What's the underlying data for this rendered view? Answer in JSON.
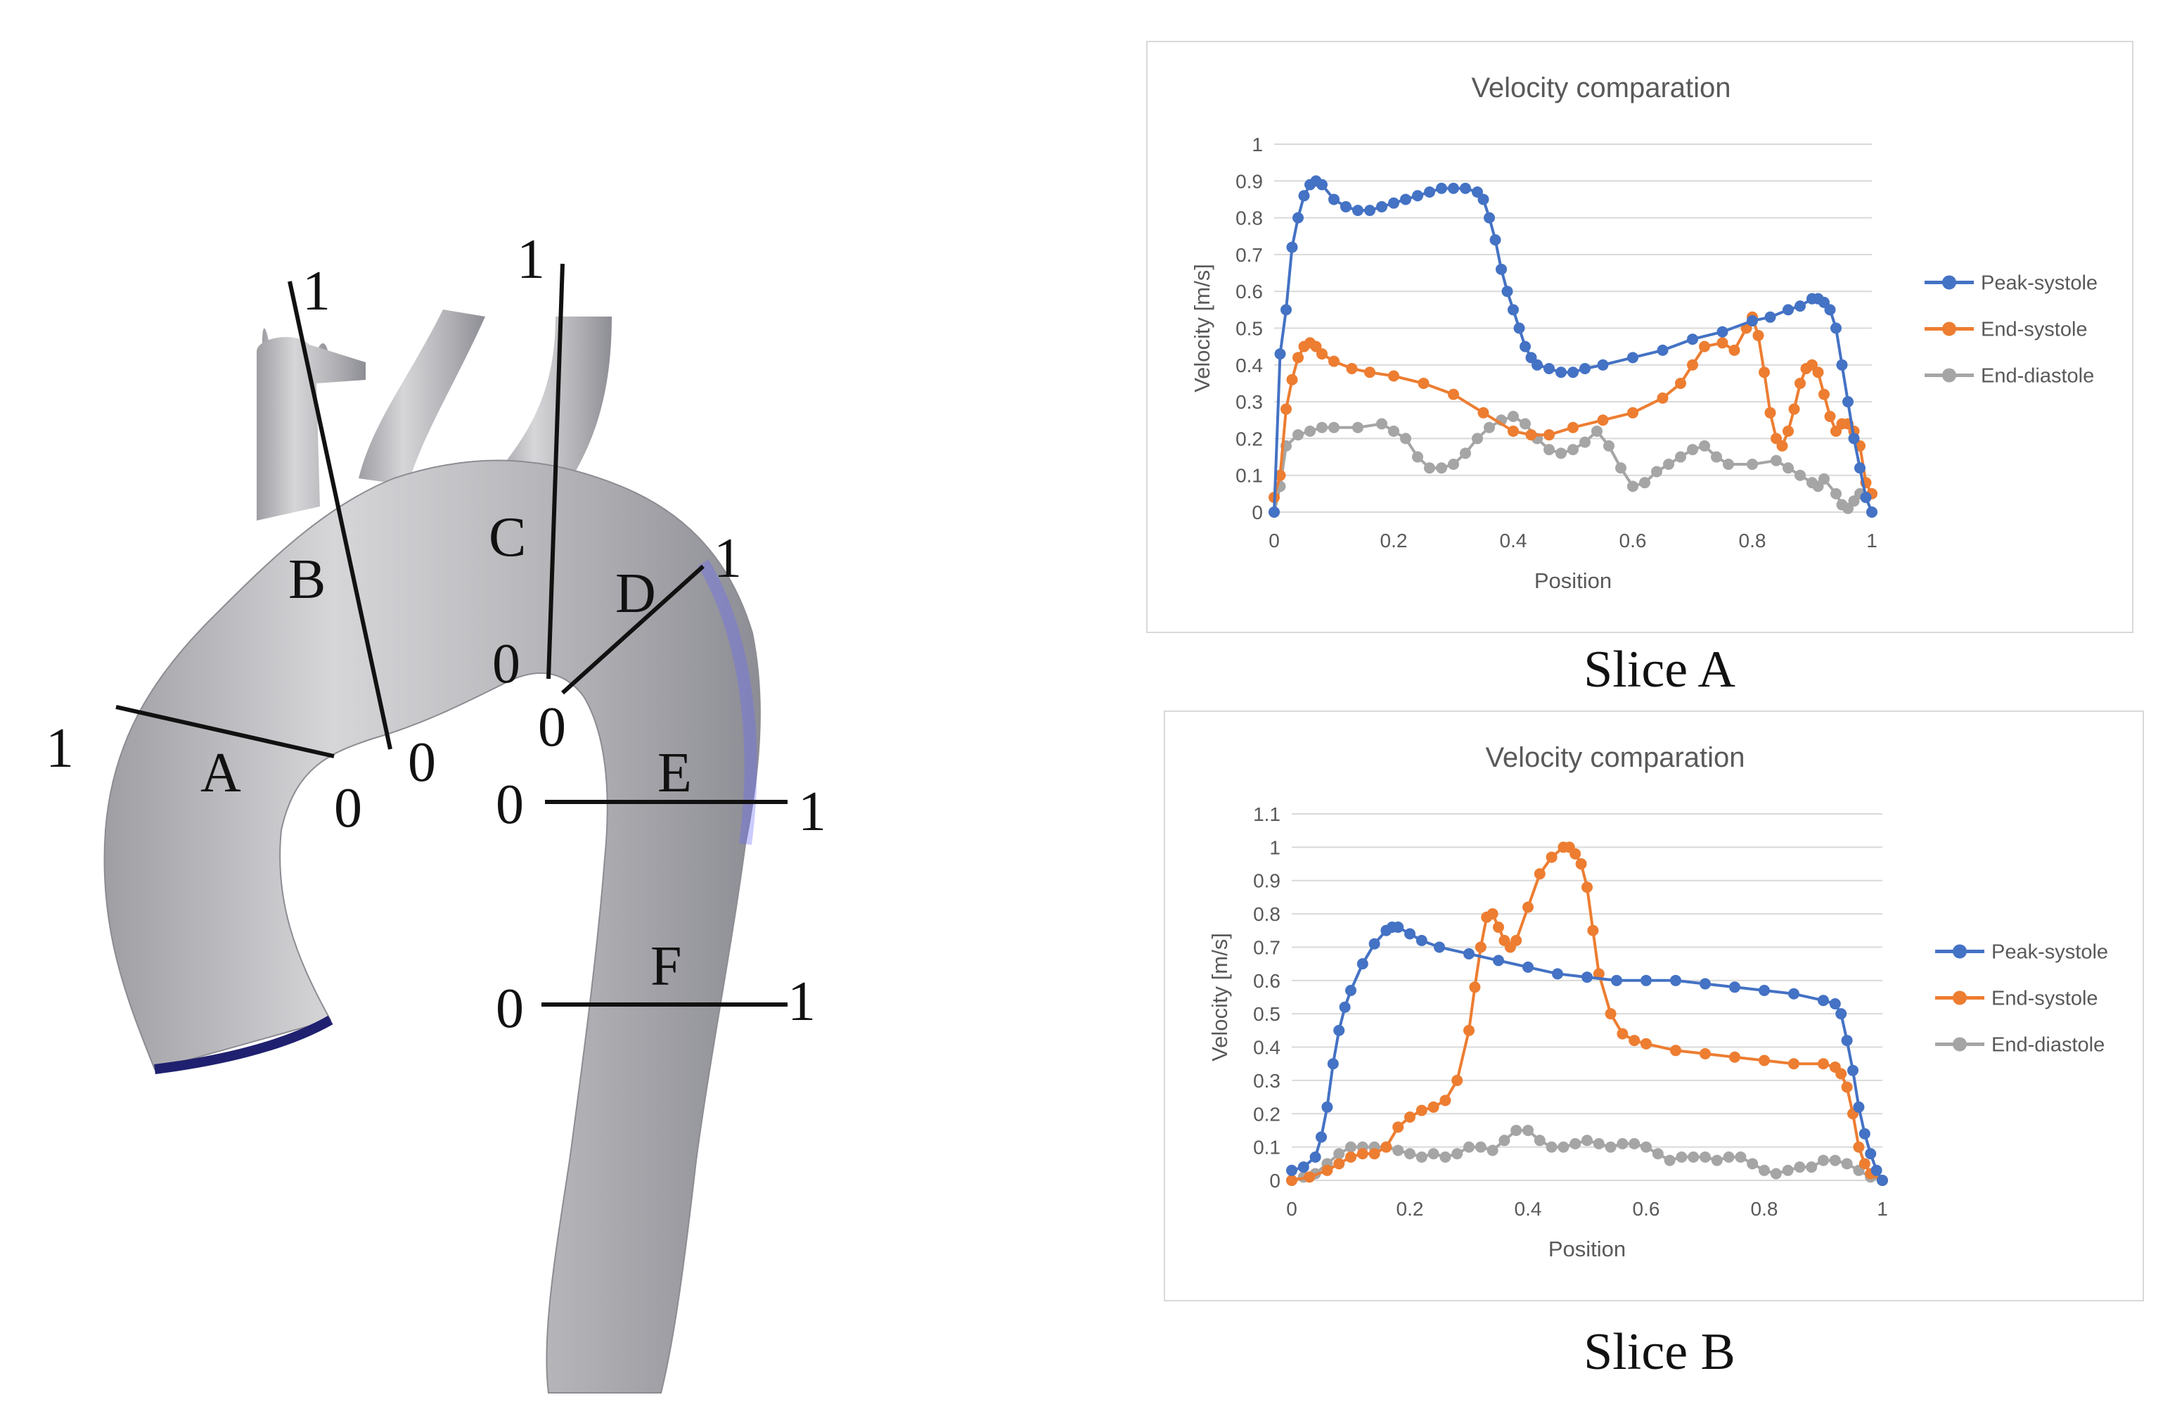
{
  "figure": {
    "slice_labels": [
      "A",
      "B",
      "C",
      "D",
      "E",
      "F"
    ],
    "position_end_labels": {
      "zero": "0",
      "one": "1"
    },
    "captions": [
      "Slice A",
      "Slice B"
    ],
    "colors": {
      "peak_systole": "#4472C4",
      "end_systole": "#ED7D31",
      "end_diastole": "#A5A5A5",
      "aorta": "#bdbdbf",
      "aorta_highlight": "#6b6bff"
    }
  },
  "chart_data": [
    {
      "type": "line",
      "title": "Velocity comparation",
      "xlabel": "Position",
      "ylabel": "Velocity [m/s]",
      "xlim": [
        0,
        1
      ],
      "ylim": [
        0,
        1
      ],
      "xticks": [
        "0",
        "0.2",
        "0.4",
        "0.6",
        "0.8",
        "1"
      ],
      "yticks": [
        "0",
        "0.1",
        "0.2",
        "0.3",
        "0.4",
        "0.5",
        "0.6",
        "0.7",
        "0.8",
        "0.9",
        "1"
      ],
      "grid": true,
      "legend_position": "right",
      "series": [
        {
          "name": "Peak-systole",
          "color": "#4472C4",
          "x": [
            0,
            0.01,
            0.02,
            0.03,
            0.04,
            0.05,
            0.06,
            0.07,
            0.08,
            0.1,
            0.12,
            0.14,
            0.16,
            0.18,
            0.2,
            0.22,
            0.24,
            0.26,
            0.28,
            0.3,
            0.32,
            0.34,
            0.35,
            0.36,
            0.37,
            0.38,
            0.39,
            0.4,
            0.41,
            0.42,
            0.43,
            0.44,
            0.46,
            0.48,
            0.5,
            0.52,
            0.55,
            0.6,
            0.65,
            0.7,
            0.75,
            0.8,
            0.83,
            0.86,
            0.88,
            0.9,
            0.91,
            0.92,
            0.93,
            0.94,
            0.95,
            0.96,
            0.97,
            0.98,
            0.99,
            1.0
          ],
          "y": [
            0,
            0.43,
            0.55,
            0.72,
            0.8,
            0.86,
            0.89,
            0.9,
            0.89,
            0.85,
            0.83,
            0.82,
            0.82,
            0.83,
            0.84,
            0.85,
            0.86,
            0.87,
            0.88,
            0.88,
            0.88,
            0.87,
            0.85,
            0.8,
            0.74,
            0.66,
            0.6,
            0.55,
            0.5,
            0.45,
            0.42,
            0.4,
            0.39,
            0.38,
            0.38,
            0.39,
            0.4,
            0.42,
            0.44,
            0.47,
            0.49,
            0.52,
            0.53,
            0.55,
            0.56,
            0.58,
            0.58,
            0.57,
            0.55,
            0.5,
            0.4,
            0.3,
            0.2,
            0.12,
            0.04,
            0
          ]
        },
        {
          "name": "End-systole",
          "color": "#ED7D31",
          "x": [
            0,
            0.01,
            0.02,
            0.03,
            0.04,
            0.05,
            0.06,
            0.07,
            0.08,
            0.1,
            0.13,
            0.16,
            0.2,
            0.25,
            0.3,
            0.35,
            0.4,
            0.43,
            0.46,
            0.5,
            0.55,
            0.6,
            0.65,
            0.68,
            0.7,
            0.72,
            0.75,
            0.77,
            0.79,
            0.8,
            0.81,
            0.82,
            0.83,
            0.84,
            0.85,
            0.86,
            0.87,
            0.88,
            0.89,
            0.9,
            0.91,
            0.92,
            0.93,
            0.94,
            0.95,
            0.96,
            0.97,
            0.98,
            0.99,
            1.0
          ],
          "y": [
            0.04,
            0.1,
            0.28,
            0.36,
            0.42,
            0.45,
            0.46,
            0.45,
            0.43,
            0.41,
            0.39,
            0.38,
            0.37,
            0.35,
            0.32,
            0.27,
            0.22,
            0.21,
            0.21,
            0.23,
            0.25,
            0.27,
            0.31,
            0.35,
            0.4,
            0.45,
            0.46,
            0.44,
            0.5,
            0.53,
            0.48,
            0.38,
            0.27,
            0.2,
            0.18,
            0.22,
            0.28,
            0.35,
            0.39,
            0.4,
            0.38,
            0.32,
            0.26,
            0.22,
            0.24,
            0.24,
            0.22,
            0.18,
            0.08,
            0.05
          ]
        },
        {
          "name": "End-diastole",
          "color": "#A5A5A5",
          "x": [
            0,
            0.01,
            0.02,
            0.04,
            0.06,
            0.08,
            0.1,
            0.14,
            0.18,
            0.2,
            0.22,
            0.24,
            0.26,
            0.28,
            0.3,
            0.32,
            0.34,
            0.36,
            0.38,
            0.4,
            0.42,
            0.44,
            0.46,
            0.48,
            0.5,
            0.52,
            0.54,
            0.56,
            0.58,
            0.6,
            0.62,
            0.64,
            0.66,
            0.68,
            0.7,
            0.72,
            0.74,
            0.76,
            0.8,
            0.84,
            0.86,
            0.88,
            0.9,
            0.91,
            0.92,
            0.94,
            0.95,
            0.96,
            0.97,
            0.98,
            0.99,
            1.0
          ],
          "y": [
            0,
            0.07,
            0.18,
            0.21,
            0.22,
            0.23,
            0.23,
            0.23,
            0.24,
            0.22,
            0.2,
            0.15,
            0.12,
            0.12,
            0.13,
            0.16,
            0.2,
            0.23,
            0.25,
            0.26,
            0.24,
            0.2,
            0.17,
            0.16,
            0.17,
            0.19,
            0.22,
            0.18,
            0.12,
            0.07,
            0.08,
            0.11,
            0.13,
            0.15,
            0.17,
            0.18,
            0.15,
            0.13,
            0.13,
            0.14,
            0.12,
            0.1,
            0.08,
            0.07,
            0.09,
            0.05,
            0.02,
            0.01,
            0.03,
            0.05,
            0.04,
            0
          ]
        }
      ]
    },
    {
      "type": "line",
      "title": "Velocity comparation",
      "xlabel": "Position",
      "ylabel": "Velocity [m/s]",
      "xlim": [
        0,
        1
      ],
      "ylim": [
        0,
        1.1
      ],
      "xticks": [
        "0",
        "0.2",
        "0.4",
        "0.6",
        "0.8",
        "1"
      ],
      "yticks": [
        "0",
        "0.1",
        "0.2",
        "0.3",
        "0.4",
        "0.5",
        "0.6",
        "0.7",
        "0.8",
        "0.9",
        "1",
        "1.1"
      ],
      "grid": true,
      "legend_position": "right",
      "series": [
        {
          "name": "Peak-systole",
          "color": "#4472C4",
          "x": [
            0,
            0.02,
            0.04,
            0.05,
            0.06,
            0.07,
            0.08,
            0.09,
            0.1,
            0.12,
            0.14,
            0.16,
            0.17,
            0.18,
            0.2,
            0.22,
            0.25,
            0.3,
            0.35,
            0.4,
            0.45,
            0.5,
            0.55,
            0.6,
            0.65,
            0.7,
            0.75,
            0.8,
            0.85,
            0.9,
            0.92,
            0.93,
            0.94,
            0.95,
            0.96,
            0.97,
            0.98,
            0.99,
            1.0
          ],
          "y": [
            0.03,
            0.04,
            0.07,
            0.13,
            0.22,
            0.35,
            0.45,
            0.52,
            0.57,
            0.65,
            0.71,
            0.75,
            0.76,
            0.76,
            0.74,
            0.72,
            0.7,
            0.68,
            0.66,
            0.64,
            0.62,
            0.61,
            0.6,
            0.6,
            0.6,
            0.59,
            0.58,
            0.57,
            0.56,
            0.54,
            0.53,
            0.5,
            0.42,
            0.33,
            0.22,
            0.14,
            0.08,
            0.03,
            0
          ]
        },
        {
          "name": "End-systole",
          "color": "#ED7D31",
          "x": [
            0,
            0.03,
            0.06,
            0.08,
            0.1,
            0.12,
            0.14,
            0.16,
            0.18,
            0.2,
            0.22,
            0.24,
            0.26,
            0.28,
            0.3,
            0.31,
            0.32,
            0.33,
            0.34,
            0.35,
            0.36,
            0.37,
            0.38,
            0.4,
            0.42,
            0.44,
            0.46,
            0.47,
            0.48,
            0.49,
            0.5,
            0.51,
            0.52,
            0.54,
            0.56,
            0.58,
            0.6,
            0.65,
            0.7,
            0.75,
            0.8,
            0.85,
            0.9,
            0.92,
            0.93,
            0.94,
            0.95,
            0.96,
            0.97,
            0.98,
            1.0
          ],
          "y": [
            0,
            0.01,
            0.03,
            0.05,
            0.07,
            0.08,
            0.08,
            0.1,
            0.16,
            0.19,
            0.21,
            0.22,
            0.24,
            0.3,
            0.45,
            0.58,
            0.7,
            0.79,
            0.8,
            0.76,
            0.72,
            0.7,
            0.72,
            0.82,
            0.92,
            0.97,
            1.0,
            1.0,
            0.98,
            0.95,
            0.88,
            0.75,
            0.62,
            0.5,
            0.44,
            0.42,
            0.41,
            0.39,
            0.38,
            0.37,
            0.36,
            0.35,
            0.35,
            0.34,
            0.32,
            0.28,
            0.2,
            0.1,
            0.05,
            0.02,
            0
          ]
        },
        {
          "name": "End-diastole",
          "color": "#A5A5A5",
          "x": [
            0,
            0.02,
            0.04,
            0.06,
            0.08,
            0.1,
            0.12,
            0.14,
            0.16,
            0.18,
            0.2,
            0.22,
            0.24,
            0.26,
            0.28,
            0.3,
            0.32,
            0.34,
            0.36,
            0.38,
            0.4,
            0.42,
            0.44,
            0.46,
            0.48,
            0.5,
            0.52,
            0.54,
            0.56,
            0.58,
            0.6,
            0.62,
            0.64,
            0.66,
            0.68,
            0.7,
            0.72,
            0.74,
            0.76,
            0.78,
            0.8,
            0.82,
            0.84,
            0.86,
            0.88,
            0.9,
            0.92,
            0.94,
            0.96,
            0.98,
            1.0
          ],
          "y": [
            0,
            0.01,
            0.02,
            0.05,
            0.08,
            0.1,
            0.1,
            0.1,
            0.1,
            0.09,
            0.08,
            0.07,
            0.08,
            0.07,
            0.08,
            0.1,
            0.1,
            0.09,
            0.12,
            0.15,
            0.15,
            0.12,
            0.1,
            0.1,
            0.11,
            0.12,
            0.11,
            0.1,
            0.11,
            0.11,
            0.1,
            0.08,
            0.06,
            0.07,
            0.07,
            0.07,
            0.06,
            0.07,
            0.07,
            0.05,
            0.03,
            0.02,
            0.03,
            0.04,
            0.04,
            0.06,
            0.06,
            0.05,
            0.03,
            0.01,
            0
          ]
        }
      ]
    }
  ]
}
